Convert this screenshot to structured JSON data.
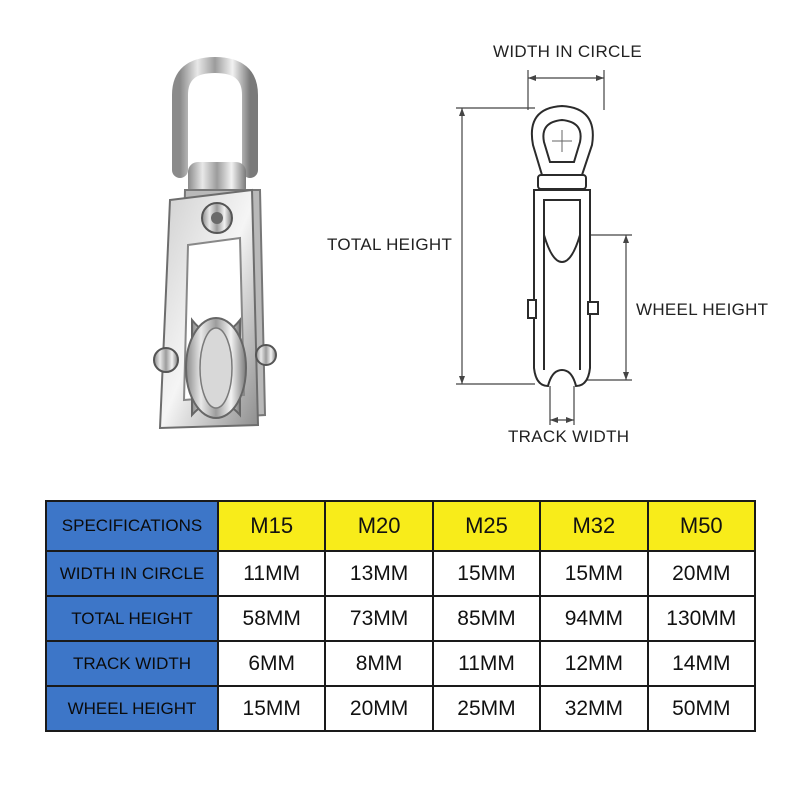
{
  "labels": {
    "width_in_circle": "WIDTH IN CIRCLE",
    "total_height": "TOTAL HEIGHT",
    "wheel_height": "WHEEL HEIGHT",
    "track_width": "TRACK WIDTH"
  },
  "table": {
    "header_label": "SPECIFICATIONS",
    "models": [
      "M15",
      "M20",
      "M25",
      "M32",
      "M50"
    ],
    "rows": [
      {
        "label": "WIDTH IN CIRCLE",
        "values": [
          "11MM",
          "13MM",
          "15MM",
          "15MM",
          "20MM"
        ]
      },
      {
        "label": "TOTAL HEIGHT",
        "values": [
          "58MM",
          "73MM",
          "85MM",
          "94MM",
          "130MM"
        ]
      },
      {
        "label": "TRACK WIDTH",
        "values": [
          "6MM",
          "8MM",
          "11MM",
          "12MM",
          "14MM"
        ]
      },
      {
        "label": "WHEEL HEIGHT",
        "values": [
          "15MM",
          "20MM",
          "25MM",
          "32MM",
          "50MM"
        ]
      }
    ]
  },
  "colors": {
    "header_blue": "#3d76c8",
    "model_yellow": "#f8ec1a",
    "border": "#1a1a1a"
  }
}
